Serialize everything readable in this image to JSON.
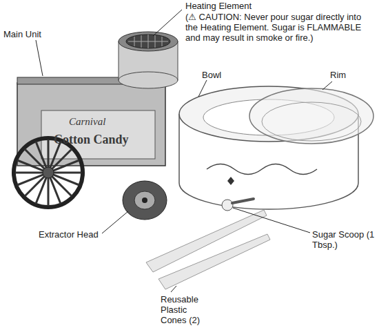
{
  "diagram": {
    "labels": [
      "Heating Element",
      "(⚠ CAUTION: Never pour sugar directly into the Heating Element. Sugar is FLAMMABLE and may result in smoke or fire.)",
      "Main Unit",
      "Bowl",
      "Rim",
      "Carnival",
      "Cotton Candy",
      "Extractor Head",
      "Sugar Scoop (1 Tbsp.)",
      "Reusable Plastic Cones (2)"
    ]
  }
}
